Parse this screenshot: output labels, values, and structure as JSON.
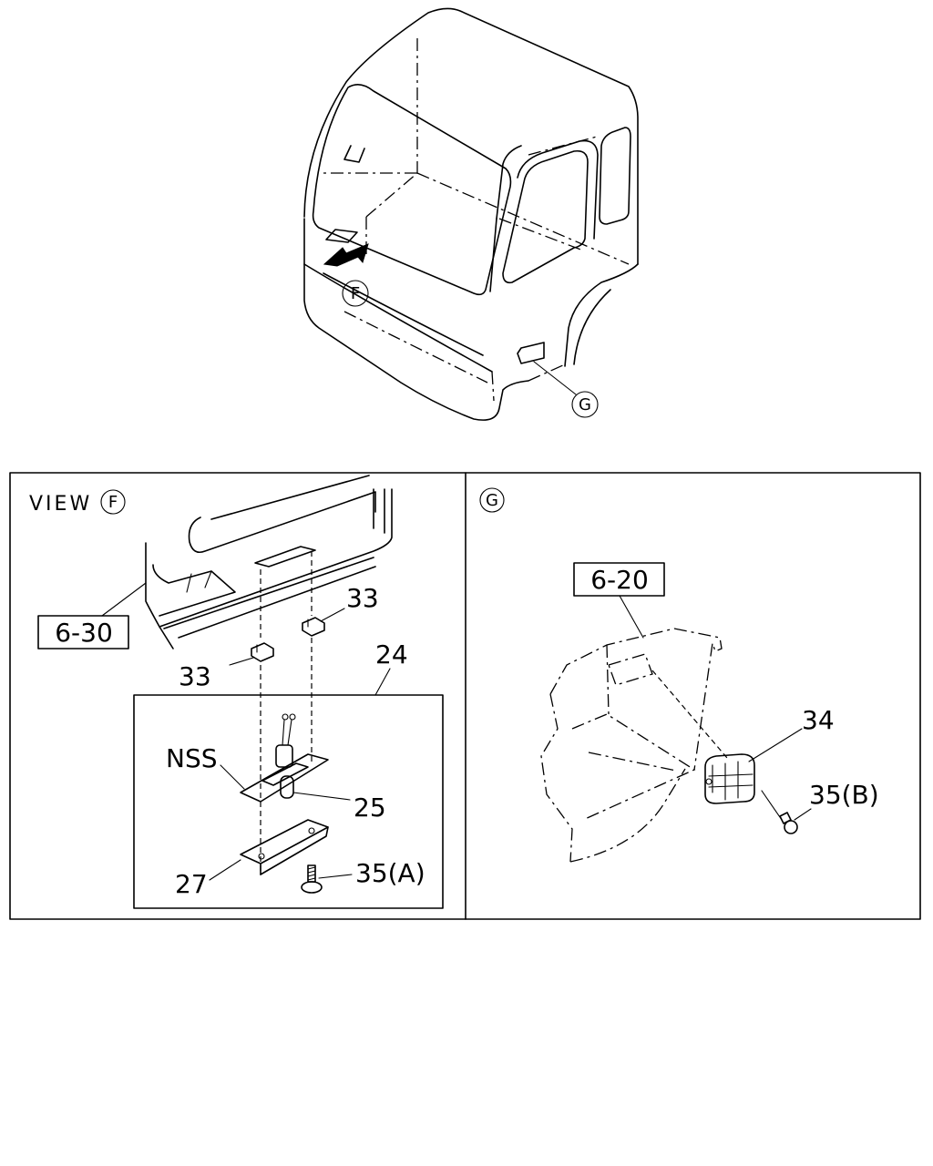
{
  "view_f": {
    "title": "VIEW",
    "marker": "F",
    "ref_box": "6-30",
    "assembly_no": "24",
    "clip_upper": "33",
    "clip_lower": "33",
    "socket_label": "NSS",
    "bulb_no": "25",
    "lens_no": "27",
    "screw_label": "35(A)"
  },
  "view_g": {
    "marker": "G",
    "ref_box": "6-20",
    "lamp_no": "34",
    "screw_label": "35(B)"
  },
  "cab": {
    "marker_f": "F",
    "marker_g": "G"
  }
}
